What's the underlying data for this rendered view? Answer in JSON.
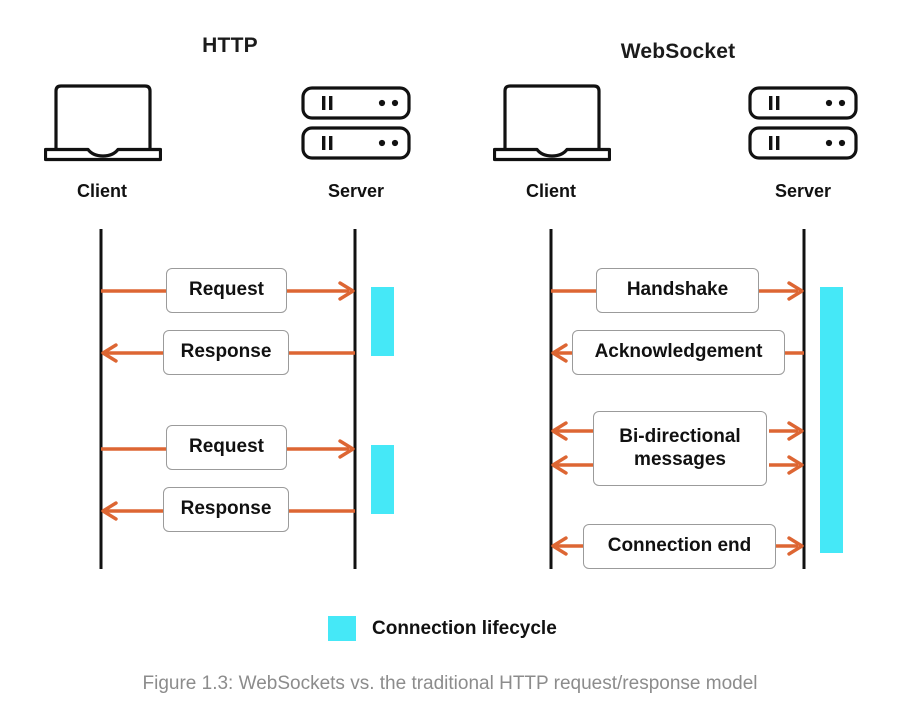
{
  "figure": {
    "caption": "Figure 1.3: WebSockets vs. the traditional HTTP request/response model",
    "colors": {
      "arrow": "#dd6633",
      "lifecycle": "#45e8f7",
      "lifeline": "#111111",
      "box_border": "#9b9b9b",
      "text": "#111111",
      "caption_text": "#8c8c8c",
      "background": "#ffffff"
    }
  },
  "panels": [
    {
      "id": "http",
      "title": "HTTP",
      "client": {
        "label": "Client",
        "icon": "laptop-icon"
      },
      "server": {
        "label": "Server",
        "icon": "server-icon"
      },
      "messages": [
        {
          "label": "Request",
          "direction": "client-to-server"
        },
        {
          "label": "Response",
          "direction": "server-to-client"
        },
        {
          "label": "Request",
          "direction": "client-to-server"
        },
        {
          "label": "Response",
          "direction": "server-to-client"
        }
      ],
      "lifecycle_segments": 2
    },
    {
      "id": "websocket",
      "title": "WebSocket",
      "client": {
        "label": "Client",
        "icon": "laptop-icon"
      },
      "server": {
        "label": "Server",
        "icon": "server-icon"
      },
      "messages": [
        {
          "label": "Handshake",
          "direction": "client-to-server"
        },
        {
          "label": "Acknowledgement",
          "direction": "server-to-client"
        },
        {
          "label": "Bi-directional messages",
          "direction": "bidirectional"
        },
        {
          "label": "Connection end",
          "direction": "bidirectional"
        }
      ],
      "lifecycle_segments": 1
    }
  ],
  "legend": {
    "items": [
      {
        "label": "Connection lifecycle",
        "color": "#45e8f7"
      }
    ]
  }
}
